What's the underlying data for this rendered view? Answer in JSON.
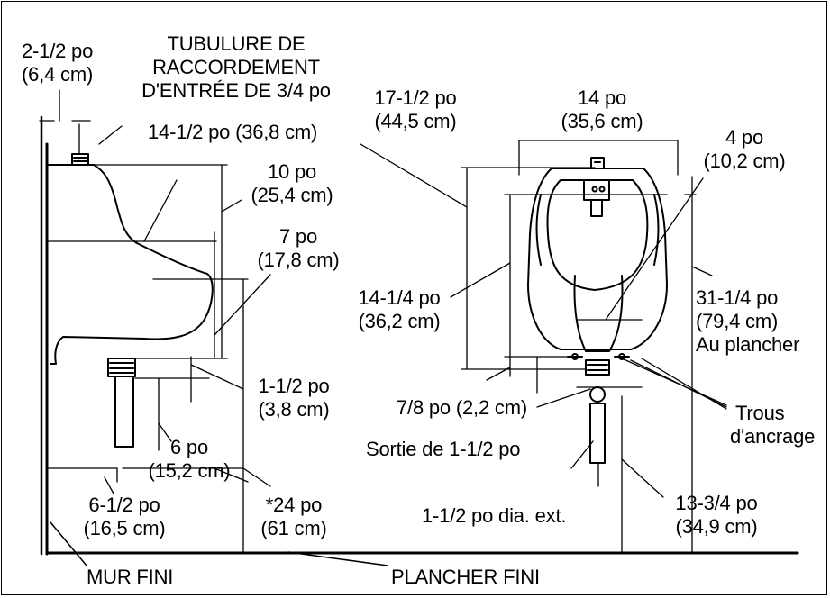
{
  "diagram": {
    "left_view": {
      "inlet_offset": [
        "2-1/2 po",
        "(6,4 cm)"
      ],
      "inlet_spud": [
        "TUBULURE DE",
        "RACCORDEMENT",
        "D'ENTRÉE DE 3/4 po"
      ],
      "depth": "14-1/2 po (36,8 cm)",
      "upper_height": [
        "10 po",
        "(25,4 cm)"
      ],
      "mid_height": [
        "7 po",
        "(17,8 cm)"
      ],
      "outlet_offset": [
        "1-1/2 po",
        "(3,8 cm)"
      ],
      "outlet_drop": [
        "6 po",
        "(15,2 cm)"
      ],
      "outlet_to_wall": [
        "6-1/2 po",
        "(16,5 cm)"
      ],
      "lip_height": [
        "*24 po",
        "(61 cm)"
      ]
    },
    "front_view": {
      "overall_height": [
        "17-1/2 po",
        "(44,5 cm)"
      ],
      "width": [
        "14 po",
        "(35,6 cm)"
      ],
      "hanger_offset": [
        "4 po",
        "(10,2 cm)"
      ],
      "hanger_span": [
        "14-1/4 po",
        "(36,2 cm)"
      ],
      "floor_height": [
        "31-1/4 po",
        "(79,4 cm)",
        "Au plancher"
      ],
      "bolt_offset": "7/8 po (2,2 cm)",
      "anchor_holes": [
        "Trous",
        "d'ancrage"
      ],
      "outlet": "Sortie de 1-1/2 po",
      "pipe_od": "1-1/2 po dia. ext.",
      "outlet_height": [
        "13-3/4 po",
        "(34,9 cm)"
      ]
    },
    "finished_wall": "MUR FINI",
    "finished_floor": "PLANCHER FINI"
  }
}
